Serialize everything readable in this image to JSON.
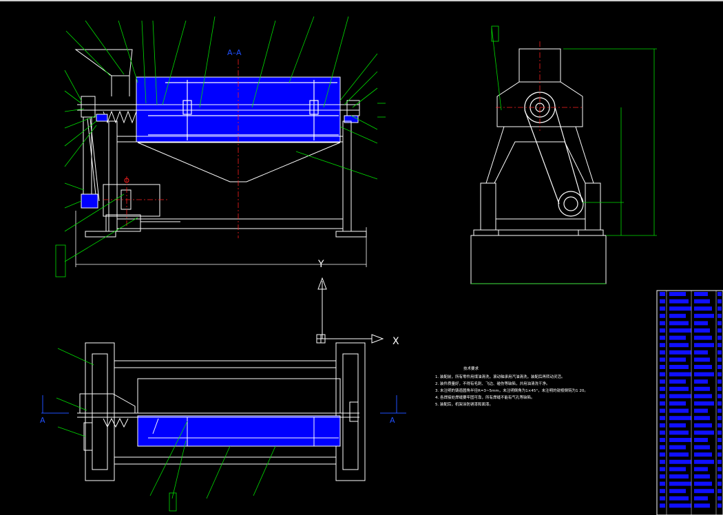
{
  "section_label": "A–A",
  "axis_y_label": "Y",
  "axis_x_label": "X",
  "section_mark_label": "A",
  "tech_requirements": {
    "title": "技术要求",
    "lines": [
      "1. 装配前，所有零件用煤油清洗，滚动轴承用汽油清洗，装配后再转动灵活。",
      "2. 装件质量好，不得有毛刺、飞边、碰伤等缺陷，并用油清洗干净。",
      "3. 未注明的铸造圆角半径R=3~5mm，未注明倒角为1×45°，未注明的锐棱倒钝为1 20。",
      "4. 各焊接处焊缝要牢固可靠，所有焊缝不能有气孔等缺陷。",
      "5. 装配后，机架涂防锈漆和面漆。"
    ]
  },
  "colors": {
    "line": "#ffffff",
    "leader": "#00e000",
    "fill": "#0000ff",
    "centerline": "#ff2020",
    "axis": "#ffffff",
    "title_block": "#1010ff"
  }
}
